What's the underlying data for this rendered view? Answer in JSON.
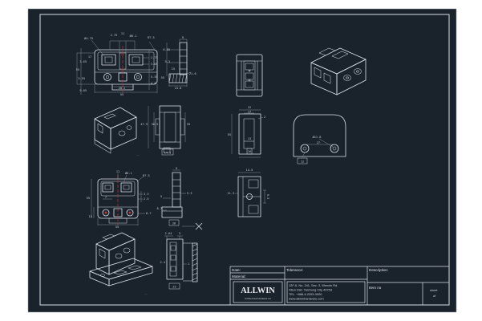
{
  "colors": {
    "sheet_bg": "#1a222c",
    "line": "#dde3ea",
    "dim_line": "#8f97a3",
    "accent_red": "#c23434"
  },
  "title_block": {
    "date_label": "Date:",
    "material_label": "Material:",
    "tolerance_label": "Tolerance:",
    "description_label": "Description:",
    "item_no_label": "Item no",
    "sheet_label": "sheet",
    "of_label": "of",
    "logo": {
      "name": "ALLWIN",
      "subtitle": "Architectural Hardware Inc"
    },
    "address_lines": [
      "12F-6, No. 241, Sec. 3, Wenxin Rd.",
      "Xitun Dist. Taichung City 40753",
      "TEL. +886-4-2293-0000",
      "www.allwinhardware.com"
    ]
  },
  "dims": {
    "p1_front": [
      "Ø4.75",
      "2.75",
      "11",
      "Ø6.1",
      "R7.5",
      "2.75",
      "3.05",
      "5.55",
      "4.8",
      "17",
      "3.65",
      "55",
      "3.55",
      "9.05",
      "28.2",
      "55"
    ],
    "p1_side": [
      "9",
      "6.85",
      "5.3",
      "15",
      "55",
      "21.6",
      "24.8"
    ],
    "p1_section": [
      "47.9",
      "36.5",
      "55",
      "14.5"
    ],
    "p1_u": [
      "22",
      "17",
      "2",
      "55",
      "13",
      "16"
    ],
    "p1_round": [
      "Ø11.8",
      "27",
      "12"
    ],
    "p2_front": [
      "11",
      "Ø6.1",
      "R7.5",
      "3.3",
      "2.5",
      "8.7",
      "7",
      "55",
      "15",
      "55"
    ],
    "p2_side": [
      "9",
      "5.3",
      "5",
      "8.7",
      "26"
    ],
    "p2_mid": [
      "14.5",
      "11.3",
      "9.5"
    ],
    "p2_section": [
      "2.64",
      "3",
      "2.4",
      "1",
      "25"
    ],
    "captions": [
      "··",
      "··"
    ]
  }
}
